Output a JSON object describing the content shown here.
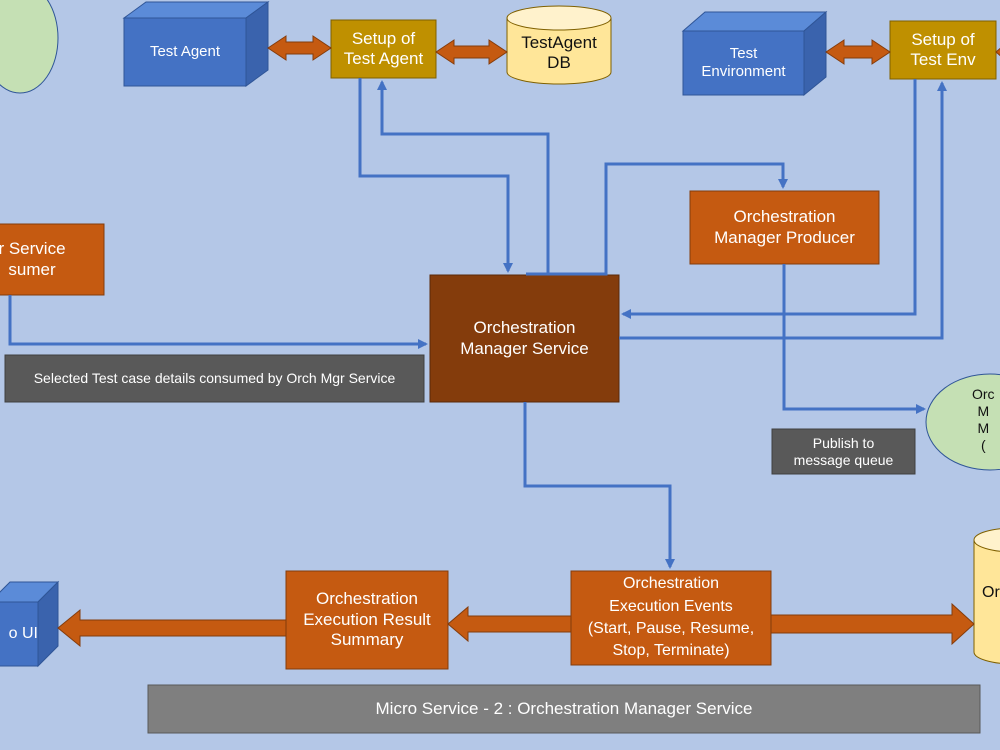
{
  "nodes": {
    "test_agent": "Test Agent",
    "setup_test_agent": "Setup of\nTest Agent",
    "testagent_db": "TestAgent\nDB",
    "test_environment": "Test\nEnvironment",
    "setup_test_env": "Setup of\nTest Env",
    "consumer_service_partial": "r Service\nsumer",
    "orch_mgr_producer": "Orchestration\nManager Producer",
    "orch_mgr_service": "Orchestration\nManager Service",
    "exec_result_summary": "Orchestration\nExecution Result\nSummary",
    "exec_events": "Orchestration\nExecution Events\n(Start, Pause, Resume,\nStop, Terminate)",
    "ui_partial": "o UI",
    "queue_partial": "Orc\nM\nM\n(",
    "db_bottom_partial": "Or"
  },
  "notes": {
    "consumed_caption": "Selected Test case details consumed by Orch Mgr Service",
    "publish_caption": "Publish to\nmessage queue",
    "footer_banner": "Micro Service - 2 : Orchestration Manager Service"
  },
  "colors": {
    "background": "#b4c7e7",
    "cube_blue": "#4472c4",
    "gold": "#bf9000",
    "orange": "#c55a11",
    "brown": "#843c0c",
    "connector_blue": "#4472c4",
    "db_fill": "#ffe699",
    "queue_green": "#c5e0b4",
    "note_grey": "#595959",
    "banner_grey": "#7f7f7f"
  }
}
